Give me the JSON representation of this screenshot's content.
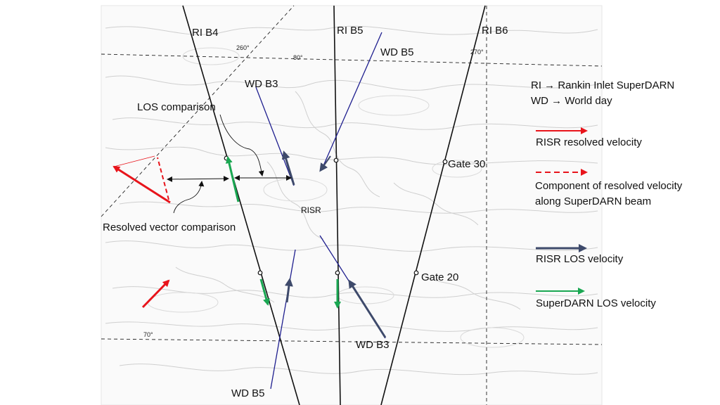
{
  "beams": {
    "ri_b4": "RI B4",
    "ri_b5": "RI B5",
    "ri_b6": "RI B6",
    "wd_b5_top": "WD B5",
    "wd_b3_top": "WD B3",
    "wd_b3_bottom": "WD B3",
    "wd_b5_bottom": "WD B5"
  },
  "grid": {
    "lon_260": "260°",
    "lon_80": "80°",
    "lon_270": "270°",
    "lat_70": "70°"
  },
  "annotations": {
    "los_comparison": "LOS comparison",
    "resolved_vector_comparison": "Resolved vector comparison",
    "gate_30": "Gate 30",
    "gate_20": "Gate 20",
    "risr": "RISR"
  },
  "legend": {
    "ri_def": "RI → Rankin Inlet SuperDARN",
    "wd_def": "WD → World day",
    "resolved_velocity": "RISR resolved velocity",
    "component_line1": "Component of resolved velocity",
    "component_line2": "along SuperDARN beam",
    "risr_los": "RISR LOS velocity",
    "superdarn_los": "SuperDARN LOS velocity"
  },
  "colors": {
    "resolved": "#e8141b",
    "risr_los": "#3e4a6b",
    "superdarn_los": "#1aa752",
    "beam_wd": "#1f1f8f",
    "beam_ri": "#111111"
  }
}
